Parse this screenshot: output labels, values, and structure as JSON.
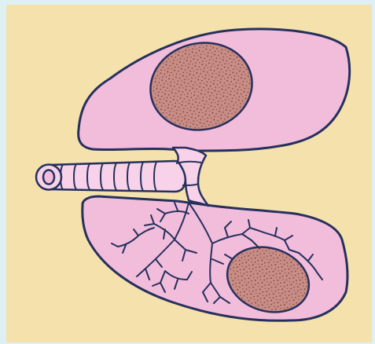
{
  "figure": {
    "colors": {
      "frame": "#dff0f4",
      "background": "#f4e1ab",
      "lung_fill": "#f2bddb",
      "outline": "#26305e",
      "nodule_fill": "#c98d85",
      "nodule_dots": "#6d3d3c",
      "trachea_fill": "#f7d2e8"
    },
    "parts": [
      "upper-lung",
      "lower-lung",
      "trachea",
      "bronchial-tree",
      "upper-nodule",
      "lower-nodule"
    ]
  }
}
